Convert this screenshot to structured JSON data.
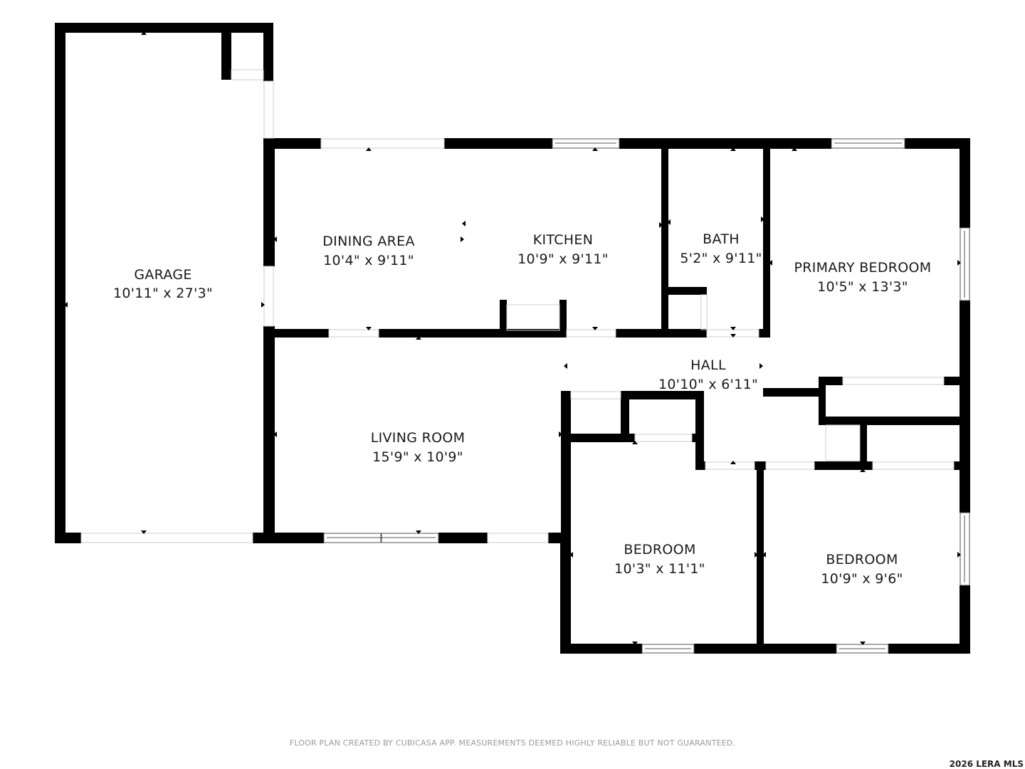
{
  "rooms": {
    "garage": {
      "name": "GARAGE",
      "size": "10'11\" x 27'3\""
    },
    "dining_area": {
      "name": "DINING AREA",
      "size": "10'4\" x 9'11\""
    },
    "kitchen": {
      "name": "KITCHEN",
      "size": "10'9\" x 9'11\""
    },
    "bath": {
      "name": "BATH",
      "size": "5'2\" x 9'11\""
    },
    "primary_bedroom": {
      "name": "PRIMARY BEDROOM",
      "size": "10'5\" x 13'3\""
    },
    "hall": {
      "name": "HALL",
      "size": "10'10\" x 6'11\""
    },
    "living_room": {
      "name": "LIVING ROOM",
      "size": "15'9\" x 10'9\""
    },
    "bedroom_1": {
      "name": "BEDROOM",
      "size": "10'3\" x 11'1\""
    },
    "bedroom_2": {
      "name": "BEDROOM",
      "size": "10'9\" x 9'6\""
    }
  },
  "footer": {
    "disclaimer": "FLOOR PLAN CREATED BY CUBICASA APP. MEASUREMENTS DEEMED HIGHLY RELIABLE BUT NOT GUARANTEED.",
    "copyright": "2026 LERA MLS"
  },
  "colors": {
    "wall": "#000000",
    "background": "#ffffff",
    "text": "#1a1a1a"
  }
}
